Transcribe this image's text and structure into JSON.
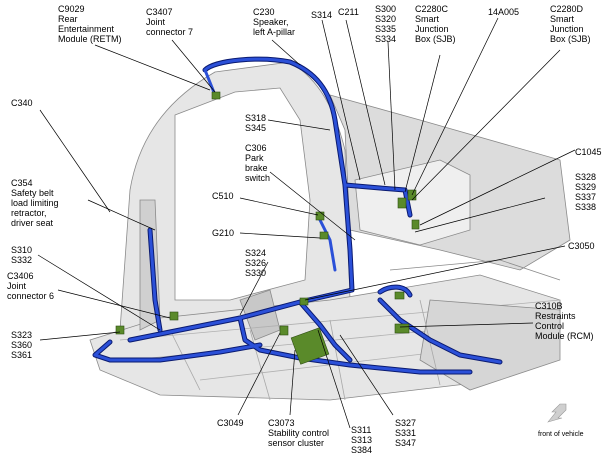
{
  "callouts": [
    {
      "id": "c9029",
      "lines": [
        "C9029",
        "Rear",
        "Entertainment",
        "Module (RETM)"
      ]
    },
    {
      "id": "c3407",
      "lines": [
        "C3407",
        "Joint",
        "connector 7"
      ]
    },
    {
      "id": "c230",
      "lines": [
        "C230",
        "Speaker,",
        "left A-pillar"
      ]
    },
    {
      "id": "s314",
      "lines": [
        "S314"
      ]
    },
    {
      "id": "c211",
      "lines": [
        "C211"
      ]
    },
    {
      "id": "s300",
      "lines": [
        "S300",
        "S320",
        "S335",
        "S334"
      ]
    },
    {
      "id": "c2280c",
      "lines": [
        "C2280C",
        "Smart",
        "Junction",
        "Box (SJB)"
      ]
    },
    {
      "id": "14a005",
      "lines": [
        "14A005"
      ]
    },
    {
      "id": "c2280d",
      "lines": [
        "C2280D",
        "Smart",
        "Junction",
        "Box (SJB)"
      ]
    },
    {
      "id": "c340",
      "lines": [
        "C340"
      ]
    },
    {
      "id": "s318",
      "lines": [
        "S318",
        "S345"
      ]
    },
    {
      "id": "c306",
      "lines": [
        "C306",
        "Park",
        "brake",
        "switch"
      ]
    },
    {
      "id": "c1045",
      "lines": [
        "C1045"
      ]
    },
    {
      "id": "c354",
      "lines": [
        "C354",
        "Safety belt",
        "load limiting",
        "retractor,",
        "driver seat"
      ]
    },
    {
      "id": "c510",
      "lines": [
        "C510"
      ]
    },
    {
      "id": "s328",
      "lines": [
        "S328",
        "S329",
        "S337",
        "S338"
      ]
    },
    {
      "id": "g210",
      "lines": [
        "G210"
      ]
    },
    {
      "id": "s310",
      "lines": [
        "S310",
        "S332"
      ]
    },
    {
      "id": "s324",
      "lines": [
        "S324",
        "S326",
        "S330"
      ]
    },
    {
      "id": "c3050",
      "lines": [
        "C3050"
      ]
    },
    {
      "id": "c3406",
      "lines": [
        "C3406",
        "Joint",
        "connector 6"
      ]
    },
    {
      "id": "c310b",
      "lines": [
        "C310B",
        "Restraints",
        "Control",
        "Module (RCM)"
      ]
    },
    {
      "id": "s323",
      "lines": [
        "S323",
        "S360",
        "S361"
      ]
    },
    {
      "id": "c3049",
      "lines": [
        "C3049"
      ]
    },
    {
      "id": "c3073",
      "lines": [
        "C3073",
        "Stability control",
        "sensor cluster"
      ]
    },
    {
      "id": "s311",
      "lines": [
        "S311",
        "S313",
        "S384"
      ]
    },
    {
      "id": "s327",
      "lines": [
        "S327",
        "S331",
        "S347"
      ]
    }
  ],
  "front_label": "front of vehicle",
  "colors": {
    "harness": "#1f3fc8",
    "harness_outline": "#0a1a70",
    "connector": "#5a8a2a",
    "body_fill": "#e4e4e4",
    "body_line": "#8a8a8a",
    "leader": "#000000"
  }
}
